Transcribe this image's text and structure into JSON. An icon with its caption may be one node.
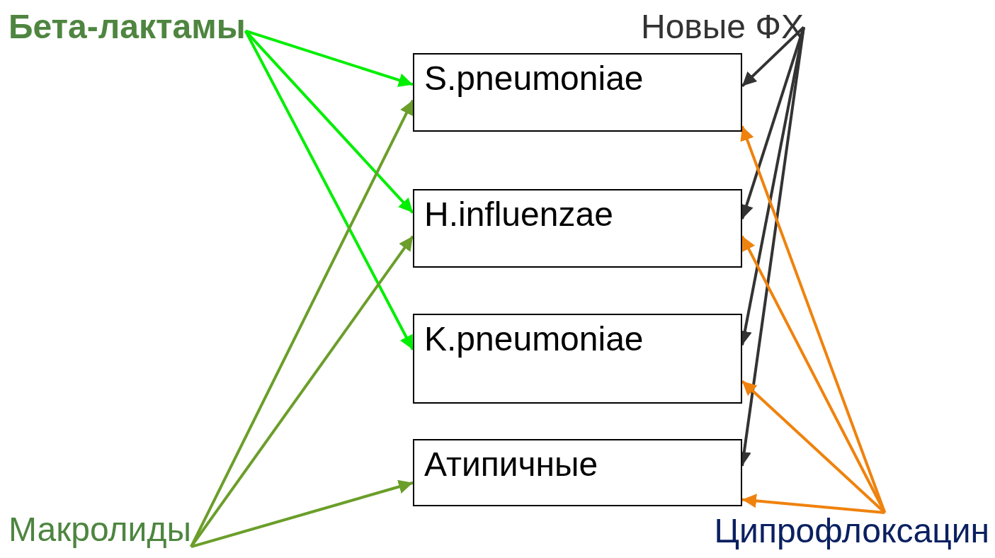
{
  "diagram": {
    "nodes": [
      {
        "text": [
          "S.pneumoniae"
        ]
      },
      {
        "text": [
          "H.influenzae"
        ]
      },
      {
        "text": [
          "K.pneumoniae"
        ]
      },
      {
        "text": [
          "Атипичные"
        ]
      },
      {
        "text": [
          "Бета-лактамы"
        ]
      },
      {
        "text": [
          "Макролиды"
        ]
      },
      {
        "text": [
          "Новые ФХ"
        ]
      },
      {
        "text": [
          "Ципрофлоксацин"
        ]
      }
    ],
    "edges": [
      {
        "from": 4,
        "to": 0,
        "arrow": "to",
        "color": "#00ee00"
      },
      {
        "from": 4,
        "to": 1,
        "arrow": "to",
        "color": "#00ee00"
      },
      {
        "from": 4,
        "to": 2,
        "arrow": "to",
        "color": "#00ee00"
      },
      {
        "from": 5,
        "to": 0,
        "arrow": "to",
        "color": "#6b9e2a"
      },
      {
        "from": 5,
        "to": 1,
        "arrow": "to",
        "color": "#6b9e2a"
      },
      {
        "from": 5,
        "to": 3,
        "arrow": "to",
        "color": "#6b9e2a"
      },
      {
        "from": 6,
        "to": 0,
        "arrow": "to",
        "color": "#333333"
      },
      {
        "from": 6,
        "to": 1,
        "arrow": "to",
        "color": "#333333"
      },
      {
        "from": 6,
        "to": 2,
        "arrow": "to",
        "color": "#333333"
      },
      {
        "from": 6,
        "to": 3,
        "arrow": "to",
        "color": "#333333"
      },
      {
        "from": 7,
        "to": 0,
        "arrow": "to",
        "color": "#ef820d"
      },
      {
        "from": 7,
        "to": 1,
        "arrow": "to",
        "color": "#ef820d"
      },
      {
        "from": 7,
        "to": 2,
        "arrow": "to",
        "color": "#ef820d"
      },
      {
        "from": 7,
        "to": 3,
        "arrow": "to",
        "color": "#ef820d"
      }
    ]
  }
}
